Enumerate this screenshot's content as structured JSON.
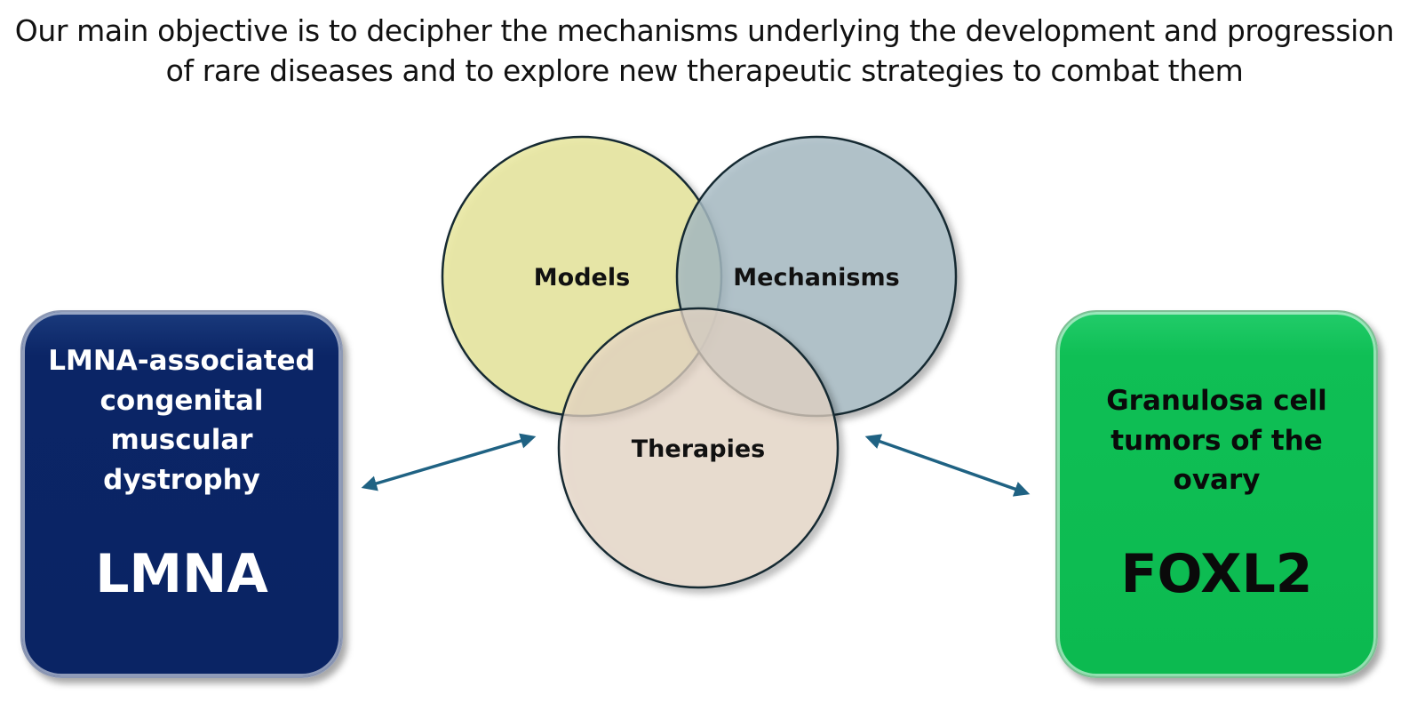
{
  "headline": {
    "line1": "Our main objective is to decipher the mechanisms underlying the development and progression",
    "line2": "of rare diseases and to explore new therapeutic strategies to combat them"
  },
  "venn": {
    "circles": [
      {
        "label": "Models",
        "color": "#e9e79f"
      },
      {
        "label": "Mechanisms",
        "color": "#a7bbc4"
      },
      {
        "label": "Therapies",
        "color": "#ead8c9"
      }
    ]
  },
  "left_card": {
    "description_lines": [
      "LMNA-associated",
      "congenital",
      "muscular",
      "dystrophy"
    ],
    "gene": "LMNA",
    "color": "#0a2464"
  },
  "right_card": {
    "description_lines": [
      "Granulosa cell",
      "tumors of the",
      "ovary"
    ],
    "gene": "FOXL2",
    "color": "#0cba50"
  },
  "arrow_color": "#1f6283"
}
